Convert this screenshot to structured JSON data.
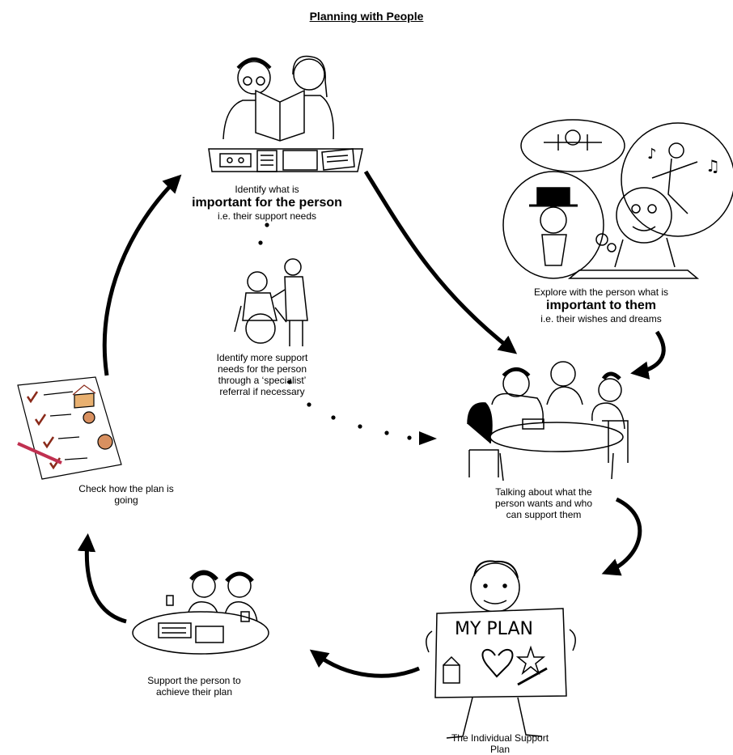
{
  "title": "Planning with People",
  "steps": {
    "identify_needs": {
      "line1": "Identify what is",
      "line2": "important for the person",
      "line3": "i.e. their support needs"
    },
    "explore_wishes": {
      "line1": "Explore with the person  what is",
      "line2": "important to them",
      "line3": "i.e. their wishes and dreams"
    },
    "specialist": {
      "line1": "Identify  more support",
      "line2": "needs for the person",
      "line3": "through a ‘specialist’",
      "line4": "referral if necessary"
    },
    "talking": {
      "line1": "Talking about what the",
      "line2": "person  wants and who",
      "line3": "can support them"
    },
    "plan": {
      "line1": "The Individual Support",
      "line2": "Plan",
      "sign_text": "MY PLAN"
    },
    "achieve": {
      "line1": "Support the person to",
      "line2": "achieve their plan"
    },
    "check": {
      "line1": "Check how the plan is",
      "line2": "going"
    }
  }
}
